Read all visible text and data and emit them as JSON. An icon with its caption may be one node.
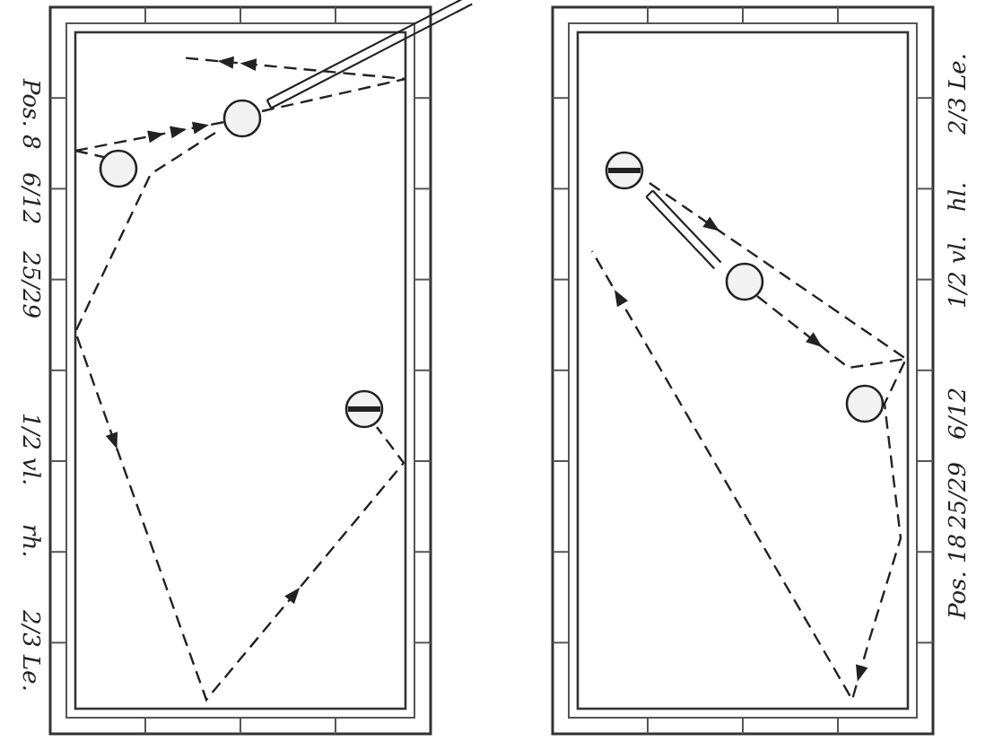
{
  "diagram": {
    "labels": [
      "Pos. 8",
      "6/12",
      "25/29",
      "1/2 vl.",
      "rh.",
      "2/3 Le.",
      "Pos. 18",
      "25/29",
      "6/12",
      "1/2 vl.",
      "hl.",
      "2/3 Le."
    ]
  }
}
